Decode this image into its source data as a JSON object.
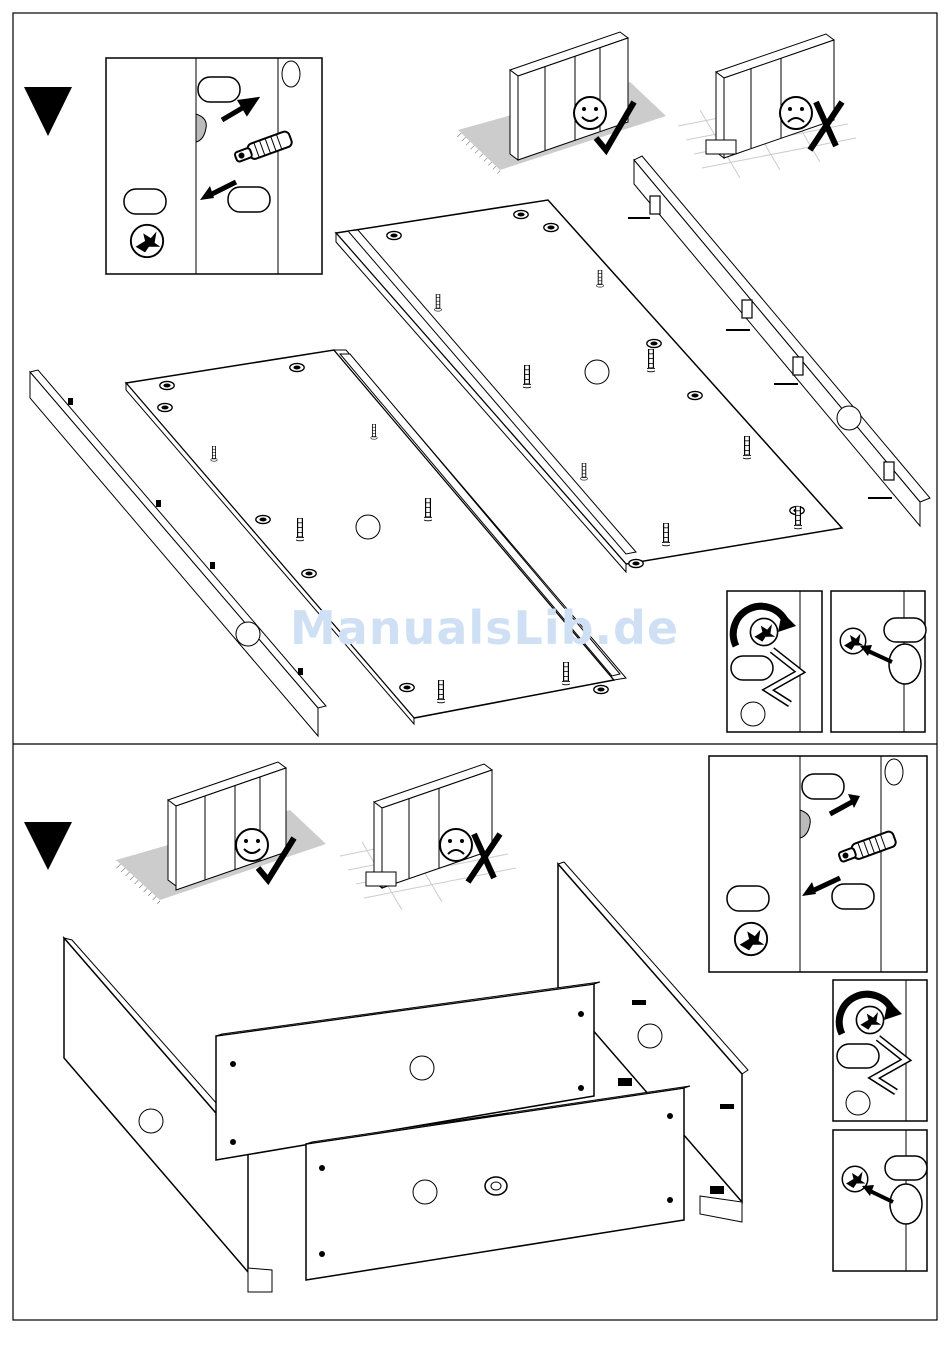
{
  "document": {
    "type": "assembly instruction page",
    "watermark": "ManualsLib.de",
    "steps": [
      {
        "marker": "down-triangle",
        "check": "correct",
        "cross": "wrong"
      },
      {
        "marker": "down-triangle",
        "check": "correct",
        "cross": "wrong"
      }
    ],
    "icons": [
      "triangle-marker-icon",
      "smiley-icon",
      "frowny-icon",
      "checkmark-icon",
      "cross-icon",
      "cam-lock-icon",
      "dowel-screw-icon",
      "allen-key-icon",
      "rotate-arrow-icon"
    ]
  }
}
